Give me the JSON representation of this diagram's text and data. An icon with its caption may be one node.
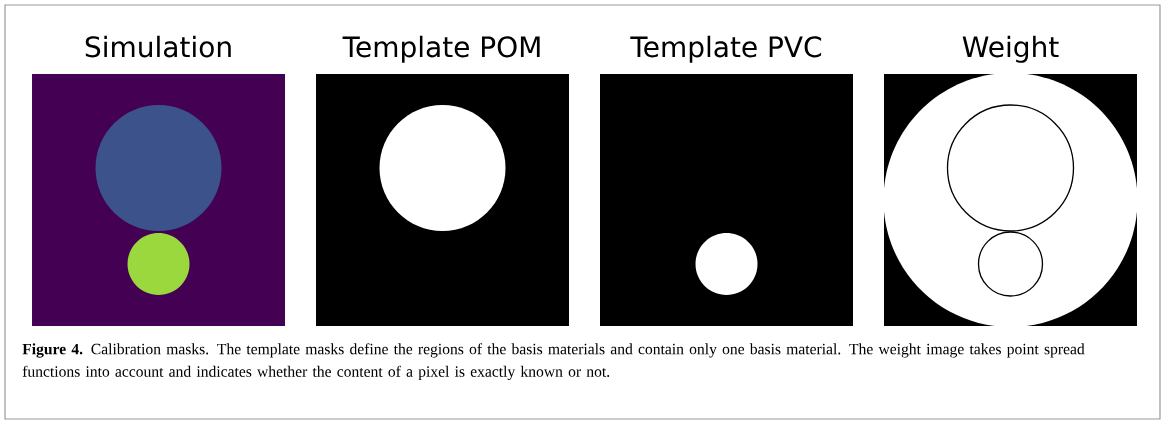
{
  "diagram": {
    "caption": "**Figure 4.** Calibration masks. The template masks define the regions of the basis materials and contain only one basis material. The weight image takes point spread functions into account and indicates whether the content of a pixel is exactly known or not.",
    "labels": [
      "Simulation",
      "Template POM",
      "Template PVC",
      "Weight"
    ]
  }
}
